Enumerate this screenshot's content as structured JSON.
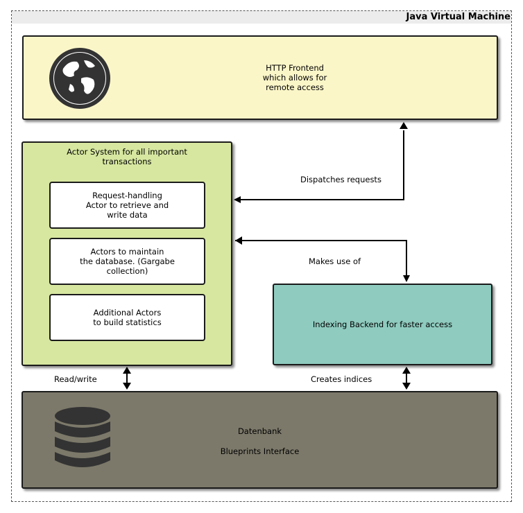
{
  "container": {
    "title": "Java Virtual Machine"
  },
  "http_frontend": {
    "text": "HTTP Frontend\nwhich allows for\nremote access",
    "icon": "globe-icon"
  },
  "actor_system": {
    "title": "Actor System for all important\ntransactions",
    "actors": [
      {
        "text": "Request-handling\nActor to retrieve and\nwrite data"
      },
      {
        "text": "Actors to maintain\nthe database. (Gargabe\ncollection)"
      },
      {
        "text": "Additional Actors\nto build statistics"
      }
    ]
  },
  "indexing_backend": {
    "text": "Indexing Backend for faster access"
  },
  "database": {
    "name": "Datenbank",
    "interface": "Blueprints Interface",
    "icon": "database-icon"
  },
  "edges": {
    "dispatches": "Dispatches requests",
    "makes_use": "Makes use of",
    "read_write": "Read/write",
    "creates_indices": "Creates indices"
  },
  "colors": {
    "http_fill": "#fbf6c8",
    "actor_fill": "#d7e7a0",
    "index_fill": "#8fcbbf",
    "db_fill": "#7c796a",
    "icon": "#333333"
  }
}
